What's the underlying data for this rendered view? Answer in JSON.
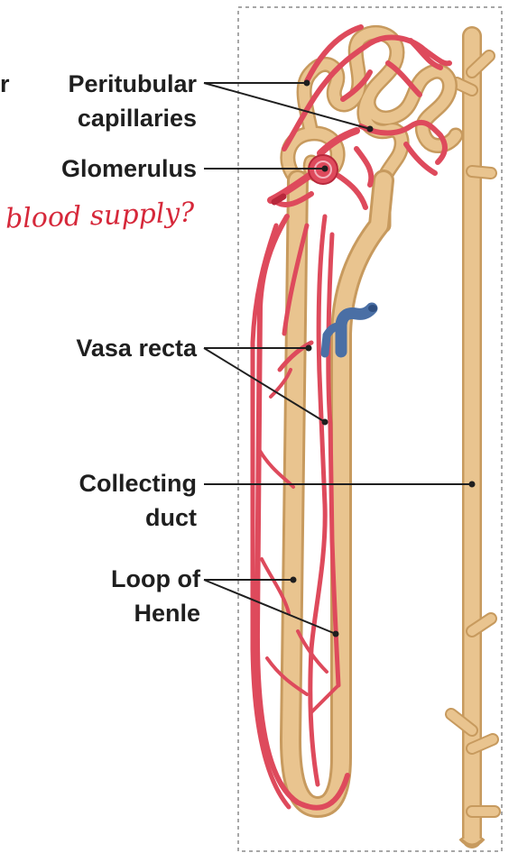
{
  "labels": {
    "cut_off_left": "r",
    "peritubular_line1": "Peritubular",
    "peritubular_line2": "capillaries",
    "glomerulus": "Glomerulus",
    "vasa_recta": "Vasa recta",
    "collecting_line1": "Collecting",
    "collecting_line2": "duct",
    "loop_line1": "Loop of",
    "loop_line2": "Henle"
  },
  "handwritten_annotation": "blood supply?",
  "colors": {
    "tubule": "#e9c48f",
    "tubule_outline": "#c79a5e",
    "vessel": "#de4a5c",
    "vessel_dark": "#b8283c",
    "vein_blue": "#4a6fa5",
    "leader": "#1f1f1f",
    "annotation": "#d6283a",
    "frame": "#8a8a8a"
  }
}
